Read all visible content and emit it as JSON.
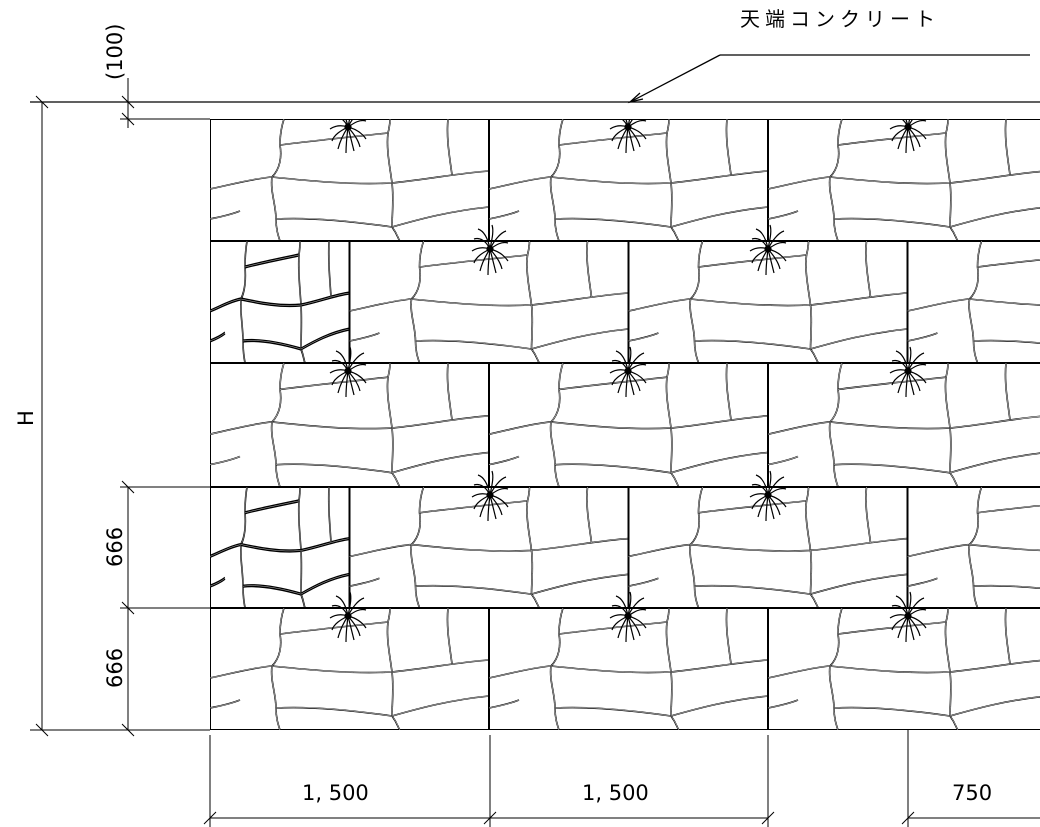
{
  "title_label": "天端コンクリート",
  "dimensions": {
    "top_offset": "(100)",
    "height": "H",
    "course_upper": "666",
    "course_lower": "666",
    "width_1": "1, 500",
    "width_2": "1, 500",
    "width_3": "750"
  },
  "wall": {
    "courses": 5,
    "course_height_mm": 666,
    "block_length_mm": 1500,
    "half_block_mm": 750
  }
}
